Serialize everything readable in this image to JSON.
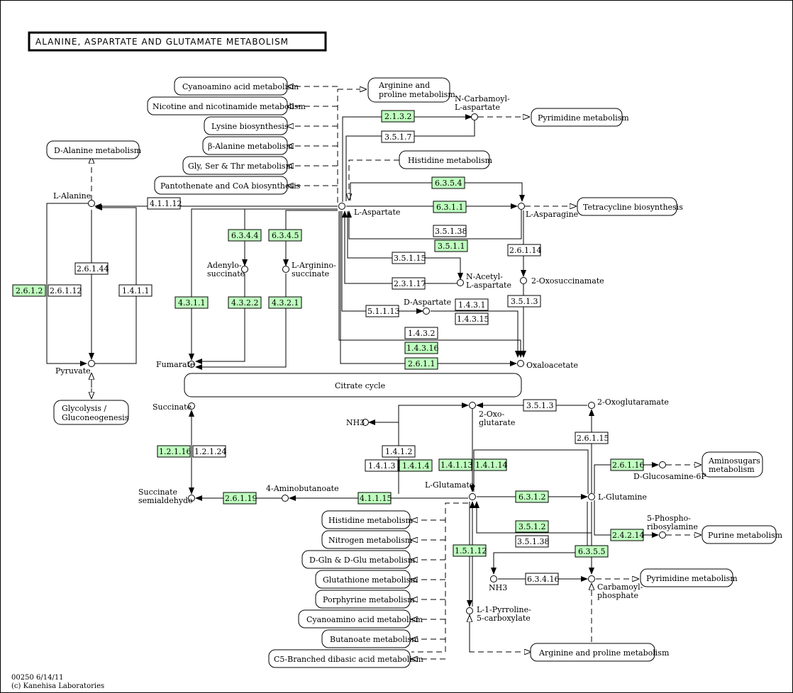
{
  "title": "ALANINE, ASPARTATE AND GLUTAMATE METABOLISM",
  "footer": {
    "line1": "00250 6/14/11",
    "line2": "(c) Kanehisa Laboratories"
  },
  "colors": {
    "enzyme_present": "#bfffbf",
    "enzyme_absent": "#ffffff",
    "line": "#000000"
  },
  "pathways": {
    "cyanoamino_top": "Cyanoamino acid metabolism",
    "arginine_top_1": "Arginine and",
    "arginine_top_2": "proline metabolism",
    "nicotine": "Nicotine and nicotinamide metabolism",
    "lysine": "Lysine biosynthesis",
    "beta_alanine": "β-Alanine metabolism",
    "gly_ser_thr": "Gly, Ser & Thr metabolism",
    "pantothenate": "Pantothenate and CoA biosynthesis",
    "histidine_top": "Histidine metabolism",
    "d_alanine": "D-Alanine metabolism",
    "pyrimidine_top": "Pyrimidine metabolism",
    "tetracycline": "Tetracycline biosynthesis",
    "citrate": "Citrate cycle",
    "glycolysis_1": "Glycolysis /",
    "glycolysis_2": "Gluconeogenesis",
    "aminosugars_1": "Aminosugars",
    "aminosugars_2": "metabolism",
    "purine": "Purine metabolism",
    "pyrimidine_bottom": "Pyrimidine metabolism",
    "histidine_bottom": "Histidine metabolism",
    "nitrogen": "Nitrogen metabolism",
    "d_gln": "D-Gln & D-Glu metabolism",
    "glutathione": "Glutathione metabolism",
    "porphyrine": "Porphyrine metabolism",
    "cyanoamino_bottom": "Cyanoamino acid metabolism",
    "butanoate": "Butanoate metabolism",
    "c5_branched": "C5-Branched dibasic acid metabolism",
    "arginine_bottom": "Arginine and proline metabolism"
  },
  "compounds": {
    "l_alanine": "L-Alanine",
    "pyruvate": "Pyruvate",
    "l_aspartate": "L-Aspartate",
    "n_carbamoyl_1": "N-Carbamoyl-",
    "n_carbamoyl_2": "L-aspartate",
    "l_asparagine": "L-Asparagine",
    "adenylo_1": "Adenylo-",
    "adenylo_2": "succinate",
    "l_arginino_1": "L-Arginino-",
    "l_arginino_2": "succinate",
    "fumarate": "Fumarate",
    "n_acetyl_1": "N-Acetyl-",
    "n_acetyl_2": "L-aspartate",
    "oxosuccinamate": "2-Oxosuccinamate",
    "d_aspartate": "D-Aspartate",
    "oxaloacetate": "Oxaloacetate",
    "succinate": "Succinate",
    "succ_semi_1": "Succinate",
    "succ_semi_2": "semialdehyde",
    "aminobutanoate": "4-Aminobutanoate",
    "nh3_top": "NH3",
    "oxo_glutarate_1": "2-Oxo-",
    "oxo_glutarate_2": "glutarate",
    "oxoglutaramate": "2-Oxoglutaramate",
    "l_glutamate": "L-Glutamate",
    "l_glutamine": "L-Glutamine",
    "d_glucosamine": "D-Glucosamine-6P",
    "phospho_ribosyl_1": "5-Phospho-",
    "phospho_ribosyl_2": "ribosylamine",
    "nh3_bottom": "NH3",
    "carbamoyl_1": "Carbamoyl-",
    "carbamoyl_2": "phosphate",
    "pyrroline_1": "L-1-Pyrroline-",
    "pyrroline_2": "5-carboxylate"
  },
  "enzymes": {
    "e2_1_3_2": {
      "label": "2.1.3.2",
      "present": true
    },
    "e3_5_1_7": {
      "label": "3.5.1.7",
      "present": false
    },
    "e6_3_5_4": {
      "label": "6.3.5.4",
      "present": true
    },
    "e6_3_1_1": {
      "label": "6.3.1.1",
      "present": true
    },
    "e4_1_1_12": {
      "label": "4.1.1.12",
      "present": false
    },
    "e3_5_1_38_a": {
      "label": "3.5.1.38",
      "present": false
    },
    "e3_5_1_1": {
      "label": "3.5.1.1",
      "present": true
    },
    "e6_3_4_4": {
      "label": "6.3.4.4",
      "present": true
    },
    "e6_3_4_5": {
      "label": "6.3.4.5",
      "present": true
    },
    "e3_5_1_15": {
      "label": "3.5.1.15",
      "present": false
    },
    "e2_6_1_14": {
      "label": "2.6.1.14",
      "present": false
    },
    "e2_6_1_44": {
      "label": "2.6.1.44",
      "present": false
    },
    "e2_6_1_2": {
      "label": "2.6.1.2",
      "present": true
    },
    "e2_6_1_12": {
      "label": "2.6.1.12",
      "present": false
    },
    "e1_4_1_1": {
      "label": "1.4.1.1",
      "present": false
    },
    "e2_3_1_17": {
      "label": "2.3.1.17",
      "present": false
    },
    "e4_3_1_1": {
      "label": "4.3.1.1",
      "present": true
    },
    "e4_3_2_2": {
      "label": "4.3.2.2",
      "present": true
    },
    "e4_3_2_1": {
      "label": "4.3.2.1",
      "present": true
    },
    "e3_5_1_3_a": {
      "label": "3.5.1.3",
      "present": false
    },
    "e1_4_3_1": {
      "label": "1.4.3.1",
      "present": false
    },
    "e5_1_1_13": {
      "label": "5.1.1.13",
      "present": false
    },
    "e1_4_3_15": {
      "label": "1.4.3.15",
      "present": false
    },
    "e1_4_3_2": {
      "label": "1.4.3.2",
      "present": false
    },
    "e1_4_3_16": {
      "label": "1.4.3.16",
      "present": true
    },
    "e2_6_1_1": {
      "label": "2.6.1.1",
      "present": true
    },
    "e3_5_1_3_b": {
      "label": "3.5.1.3",
      "present": false
    },
    "e1_2_1_16": {
      "label": "1.2.1.16",
      "present": true
    },
    "e1_2_1_24": {
      "label": "1.2.1.24",
      "present": false
    },
    "e2_6_1_15": {
      "label": "2.6.1.15",
      "present": false
    },
    "e1_4_1_2": {
      "label": "1.4.1.2",
      "present": false
    },
    "e1_4_1_3": {
      "label": "1.4.1.3",
      "present": false
    },
    "e1_4_1_4": {
      "label": "1.4.1.4",
      "present": true
    },
    "e1_4_1_13": {
      "label": "1.4.1.13",
      "present": true
    },
    "e1_4_1_14": {
      "label": "1.4.1.14",
      "present": true
    },
    "e2_6_1_16": {
      "label": "2.6.1.16",
      "present": true
    },
    "e2_6_1_19": {
      "label": "2.6.1.19",
      "present": true
    },
    "e4_1_1_15": {
      "label": "4.1.1.15",
      "present": true
    },
    "e6_3_1_2": {
      "label": "6.3.1.2",
      "present": true
    },
    "e3_5_1_2": {
      "label": "3.5.1.2",
      "present": true
    },
    "e3_5_1_38_b": {
      "label": "3.5.1.38",
      "present": false
    },
    "e2_4_2_14": {
      "label": "2.4.2.14",
      "present": true
    },
    "e1_5_1_12": {
      "label": "1.5.1.12",
      "present": true
    },
    "e6_3_5_5": {
      "label": "6.3.5.5",
      "present": true
    },
    "e6_3_4_16": {
      "label": "6.3.4.16",
      "present": false
    }
  }
}
